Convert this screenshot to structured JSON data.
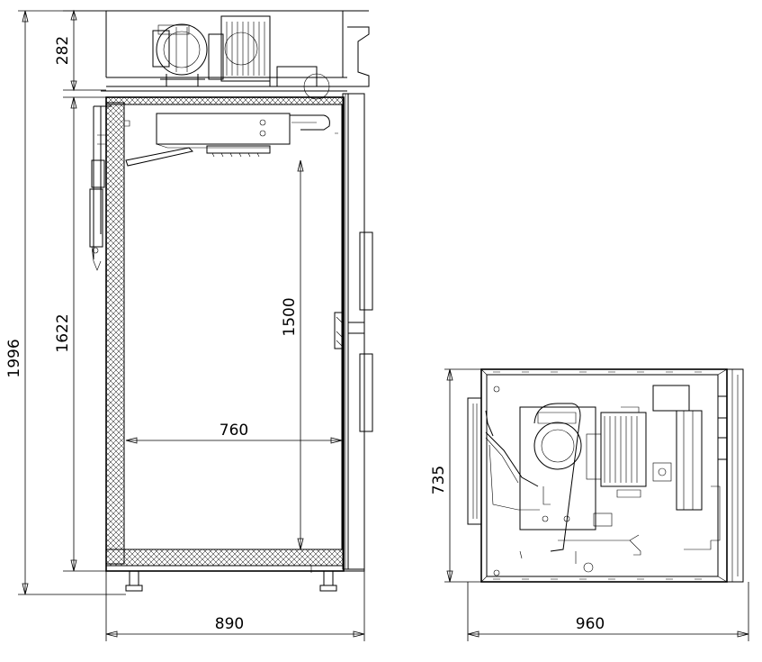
{
  "dimensions": {
    "overall_height": "1996",
    "top_unit_height": "282",
    "cabinet_height": "1622",
    "inner_height": "1500",
    "inner_width": "760",
    "outer_width": "890",
    "top_view_depth": "735",
    "top_view_width": "960"
  }
}
